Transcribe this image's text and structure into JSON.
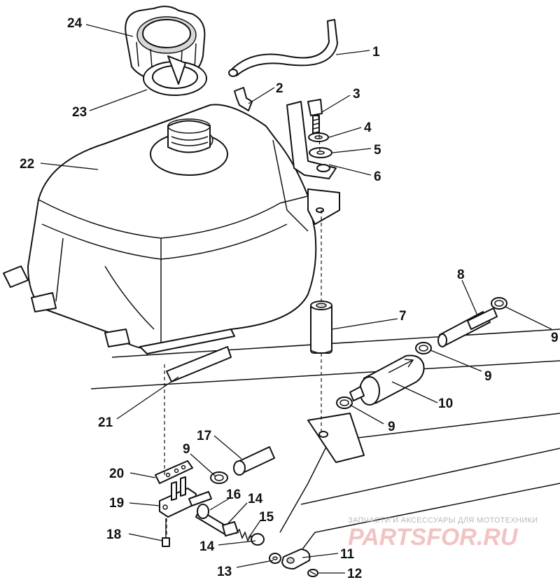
{
  "diagram": {
    "callouts": [
      "1",
      "2",
      "3",
      "4",
      "5",
      "6",
      "7",
      "8",
      "9",
      "9",
      "10",
      "9",
      "11",
      "12",
      "13",
      "14",
      "15",
      "14",
      "16",
      "17",
      "9",
      "18",
      "19",
      "20",
      "21",
      "22",
      "23",
      "24"
    ]
  },
  "watermark": {
    "tagline": "ЗАПЧАСТИ И АКСЕССУАРЫ ДЛЯ МОТОТЕХНИКИ",
    "logo": "PARTSFOR.RU"
  }
}
